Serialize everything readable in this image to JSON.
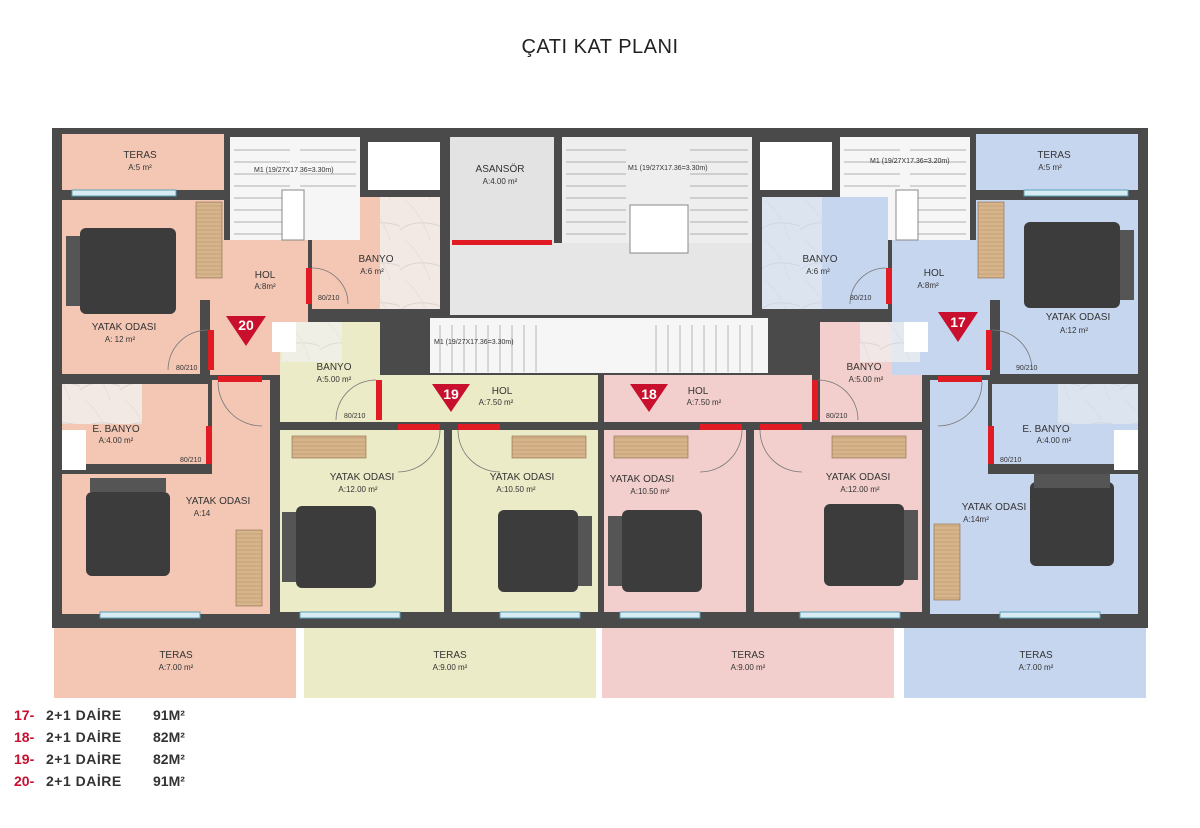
{
  "title": "ÇATI KAT PLANI",
  "colors": {
    "unit17": "#c7d6ef",
    "unit18": "#f2cfcc",
    "unit19": "#ecebc8",
    "unit20": "#f4c7b5",
    "wall": "#4a4a4a",
    "door": "#e01b24",
    "badge": "#c8102e",
    "common": "#e6e6e6"
  },
  "badges": [
    "20",
    "19",
    "18",
    "17"
  ],
  "rooms": {
    "u20_teras_top": {
      "name": "TERAS",
      "area": "A:5 m²"
    },
    "u20_yatak": {
      "name": "YATAK ODASI",
      "area": "A: 12 m²"
    },
    "u20_hol": {
      "name": "HOL",
      "area": "A:8m²"
    },
    "u20_banyo": {
      "name": "BANYO",
      "area": "A:6 m²"
    },
    "u20_ebanyo": {
      "name": "E. BANYO",
      "area": "A:4.00 m²"
    },
    "u20_yatak2": {
      "name": "YATAK ODASI",
      "area": "A:14"
    },
    "u20_teras": {
      "name": "TERAS",
      "area": "A:7.00 m²"
    },
    "asansor": {
      "name": "ASANSÖR",
      "area": "A:4.00 m²"
    },
    "u19_banyo": {
      "name": "BANYO",
      "area": "A:5.00 m²"
    },
    "u19_hol": {
      "name": "HOL",
      "area": "A:7.50 m²"
    },
    "u19_yatak1": {
      "name": "YATAK ODASI",
      "area": "A:12.00 m²"
    },
    "u19_yatak2": {
      "name": "YATAK ODASI",
      "area": "A:10.50 m²"
    },
    "u19_teras": {
      "name": "TERAS",
      "area": "A:9.00 m²"
    },
    "u18_hol": {
      "name": "HOL",
      "area": "A:7.50 m²"
    },
    "u18_banyo": {
      "name": "BANYO",
      "area": "A:5.00 m²"
    },
    "u18_yatak1": {
      "name": "YATAK ODASI",
      "area": "A:10.50 m²"
    },
    "u18_yatak2": {
      "name": "YATAK ODASI",
      "area": "A:12.00 m²"
    },
    "u18_teras": {
      "name": "TERAS",
      "area": "A:9.00 m²"
    },
    "u17_teras_top": {
      "name": "TERAS",
      "area": "A:5 m²"
    },
    "u17_banyo": {
      "name": "BANYO",
      "area": "A:6 m²"
    },
    "u17_hol": {
      "name": "HOL",
      "area": "A:8m²"
    },
    "u17_yatak": {
      "name": "YATAK ODASI",
      "area": "A:12 m²"
    },
    "u17_ebanyo": {
      "name": "E. BANYO",
      "area": "A:4.00 m²"
    },
    "u17_yatak2": {
      "name": "YATAK ODASI",
      "area": "A:14m²"
    },
    "u17_teras": {
      "name": "TERAS",
      "area": "A:7.00 m²"
    }
  },
  "stairs": {
    "left": "M1 (19/27X17.36=3.30m)",
    "center": "M1 (19/27X17.36=3.30m)",
    "mid": "M1 (19/27X17.36=3.30m)",
    "right": "M1 (19/27X17.36=3.20m)"
  },
  "door_label": "90/210",
  "door_label_b": "80/210",
  "legend": [
    {
      "num": "17-",
      "type": "2+1 DAİRE",
      "area": "91M²"
    },
    {
      "num": "18-",
      "type": "2+1 DAİRE",
      "area": "82M²"
    },
    {
      "num": "19-",
      "type": "2+1 DAİRE",
      "area": "82M²"
    },
    {
      "num": "20-",
      "type": "2+1 DAİRE",
      "area": "91M²"
    }
  ]
}
